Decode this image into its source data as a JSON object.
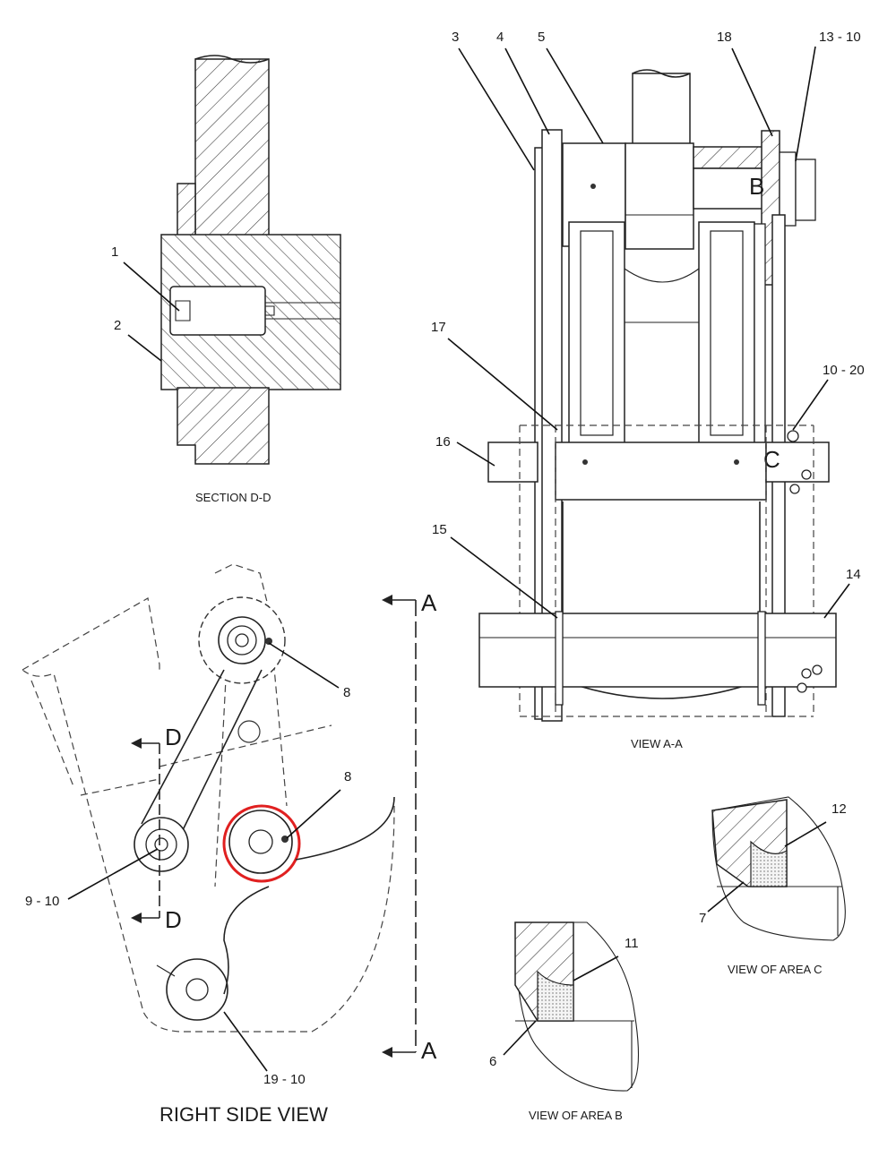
{
  "section_dd": {
    "title": "SECTION D-D",
    "callouts": [
      "1",
      "2"
    ]
  },
  "view_aa": {
    "title": "VIEW A-A",
    "callouts": [
      "3",
      "4",
      "5",
      "18",
      "13 - 10",
      "17",
      "10 - 20",
      "16",
      "15",
      "14"
    ],
    "area_letters": [
      "B",
      "C"
    ]
  },
  "right_side_view": {
    "title": "RIGHT SIDE VIEW",
    "callouts": [
      "8",
      "8",
      "9 - 10",
      "19 - 10"
    ],
    "section_letters": [
      "D",
      "D"
    ],
    "view_letters": [
      "A",
      "A"
    ],
    "highlight_color": "#e02020"
  },
  "area_b": {
    "title": "VIEW OF AREA B",
    "callouts": [
      "11",
      "6"
    ]
  },
  "area_c": {
    "title": "VIEW OF AREA C",
    "callouts": [
      "12",
      "7"
    ]
  }
}
